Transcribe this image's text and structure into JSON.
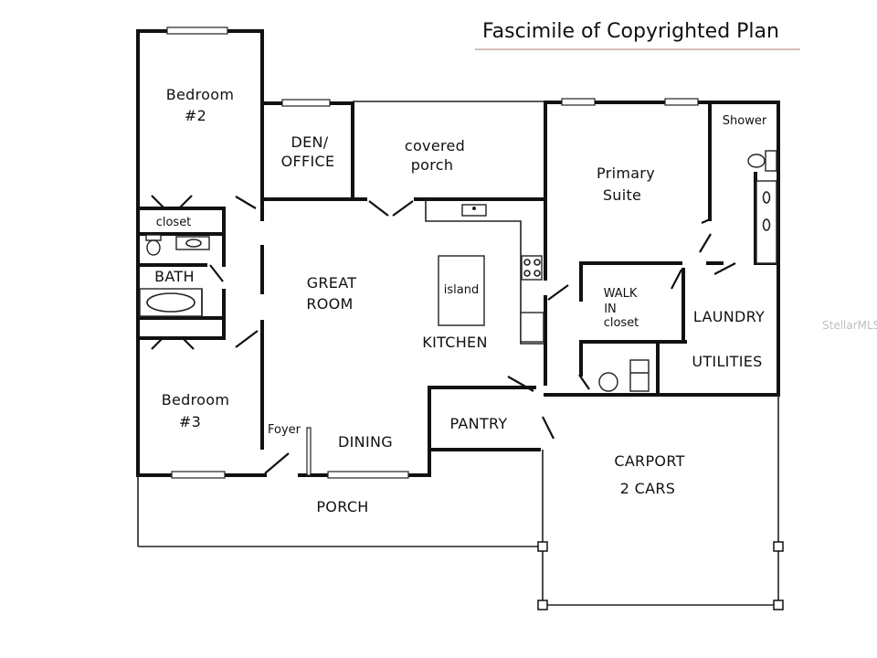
{
  "title": "Fascimile of Copyrighted Plan",
  "watermark": "StellarMLS",
  "rooms": {
    "bedroom2": [
      "Bedroom",
      "#2"
    ],
    "den": [
      "DEN/",
      "OFFICE"
    ],
    "covered_porch": [
      "covered",
      "porch"
    ],
    "primary_suite": [
      "Primary",
      "Suite"
    ],
    "shower": "Shower",
    "closet": "closet",
    "bath": "BATH",
    "great_room": [
      "GREAT",
      "ROOM"
    ],
    "island": "island",
    "kitchen": "KITCHEN",
    "walk_in_closet": [
      "WALK",
      "IN",
      "closet"
    ],
    "laundry": "LAUNDRY",
    "utilities": "UTILITIES",
    "bedroom3": [
      "Bedroom",
      "#3"
    ],
    "foyer": "Foyer",
    "dining": "DINING",
    "pantry": "PANTRY",
    "carport": [
      "CARPORT",
      "2 CARS"
    ],
    "porch": "PORCH"
  },
  "colors": {
    "title_underline": "#c9a9a9",
    "walls": "#111111"
  }
}
